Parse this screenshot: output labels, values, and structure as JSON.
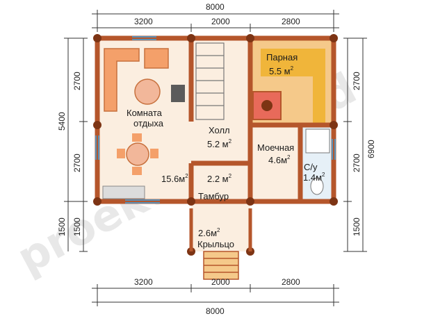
{
  "dimensions": {
    "top_total": "8000",
    "top_segments": [
      "3200",
      "2000",
      "2800"
    ],
    "bottom_total": "8000",
    "bottom_segments": [
      "3200",
      "2000",
      "2800"
    ],
    "left_total": "5400",
    "left_segments": [
      "2700",
      "2700",
      "1500"
    ],
    "left_outer_segment": "1500",
    "right_total": "6900",
    "right_segments": [
      "2700",
      "2700",
      "1500"
    ]
  },
  "rooms": {
    "lounge": {
      "name_line1": "Комната",
      "name_line2": "отдыха",
      "area": "15.6м",
      "sup": "2"
    },
    "hall": {
      "name": "Холл",
      "area": "5.2 м",
      "sup": "2"
    },
    "steam": {
      "name": "Парная",
      "area": "5.5 м",
      "sup": "2"
    },
    "wash": {
      "name": "Моечная",
      "area": "4.6м",
      "sup": "2"
    },
    "wc": {
      "name": "С/у",
      "area": "1.4м",
      "sup": "2"
    },
    "vestibule": {
      "name": "Тамбур",
      "area": "2.2 м",
      "sup": "2"
    },
    "porch": {
      "name": "Крыльцо",
      "area": "2.6м",
      "sup": "2"
    }
  },
  "watermark": "proekt-bani.md",
  "colors": {
    "wall": "#b5562b",
    "wall_dark": "#7d3414",
    "floor": "#fbeee0",
    "steam_floor": "#f0b53a",
    "wood_trim": "#f5c98a",
    "sofa": "#f4a06a",
    "table": "#f2b79a",
    "bath_tile": "#e6f0f7",
    "dim_line": "#333333"
  }
}
